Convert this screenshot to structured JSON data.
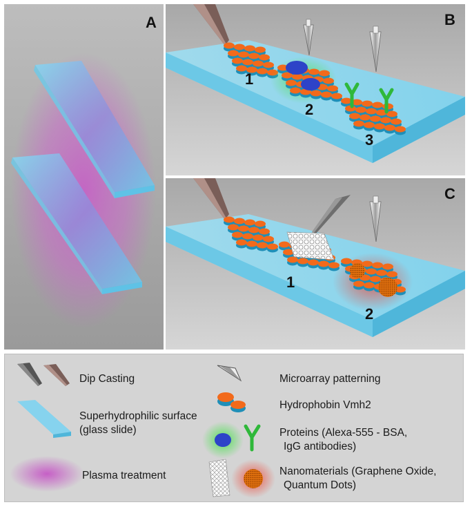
{
  "panels": {
    "a": {
      "label": "A"
    },
    "b": {
      "label": "B",
      "steps": [
        "1",
        "2",
        "3"
      ]
    },
    "c": {
      "label": "C",
      "steps": [
        "1",
        "2"
      ]
    }
  },
  "legend": {
    "dip_casting": "Dip Casting",
    "surface_line1": "Superhydrophilic surface",
    "surface_line2": "(glass slide)",
    "plasma": "Plasma treatment",
    "microarray": "Microarray patterning",
    "hydrophobin": "Hydrophobin Vmh2",
    "proteins_line1": "Proteins (Alexa-555 - BSA,",
    "proteins_line2": "IgG antibodies)",
    "nano_line1": "Nanomaterials (Graphene Oxide,",
    "nano_line2": "Quantum Dots)"
  },
  "colors": {
    "glass": "#7fd3ee",
    "plasma": "#c86ac8",
    "hydrophobin_top": "#f26a1b",
    "hydrophobin_base": "#1f8fb8",
    "protein": "#2d43c8",
    "antibody": "#2fb83a",
    "legend_bg": "#d4d4d4"
  },
  "icons": [
    "pipette-icon",
    "microarray-pin-icon",
    "hydrophobin-icon",
    "protein-icon",
    "antibody-icon",
    "graphene-oxide-icon",
    "quantum-dot-icon"
  ]
}
